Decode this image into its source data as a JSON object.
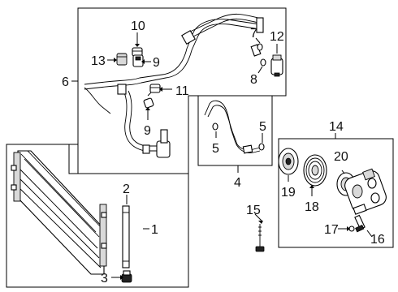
{
  "callouts": {
    "c1": "1",
    "c2": "2",
    "c3": "3",
    "c4": "4",
    "c5a": "5",
    "c5b": "5",
    "c6": "6",
    "c7": "7",
    "c8": "8",
    "c9a": "9",
    "c9b": "9",
    "c10": "10",
    "c11": "11",
    "c12": "12",
    "c13": "13",
    "c14": "14",
    "c15": "15",
    "c16": "16",
    "c17": "17",
    "c18": "18",
    "c19": "19",
    "c20": "20"
  },
  "colors": {
    "line": "#000000",
    "background": "#ffffff"
  }
}
